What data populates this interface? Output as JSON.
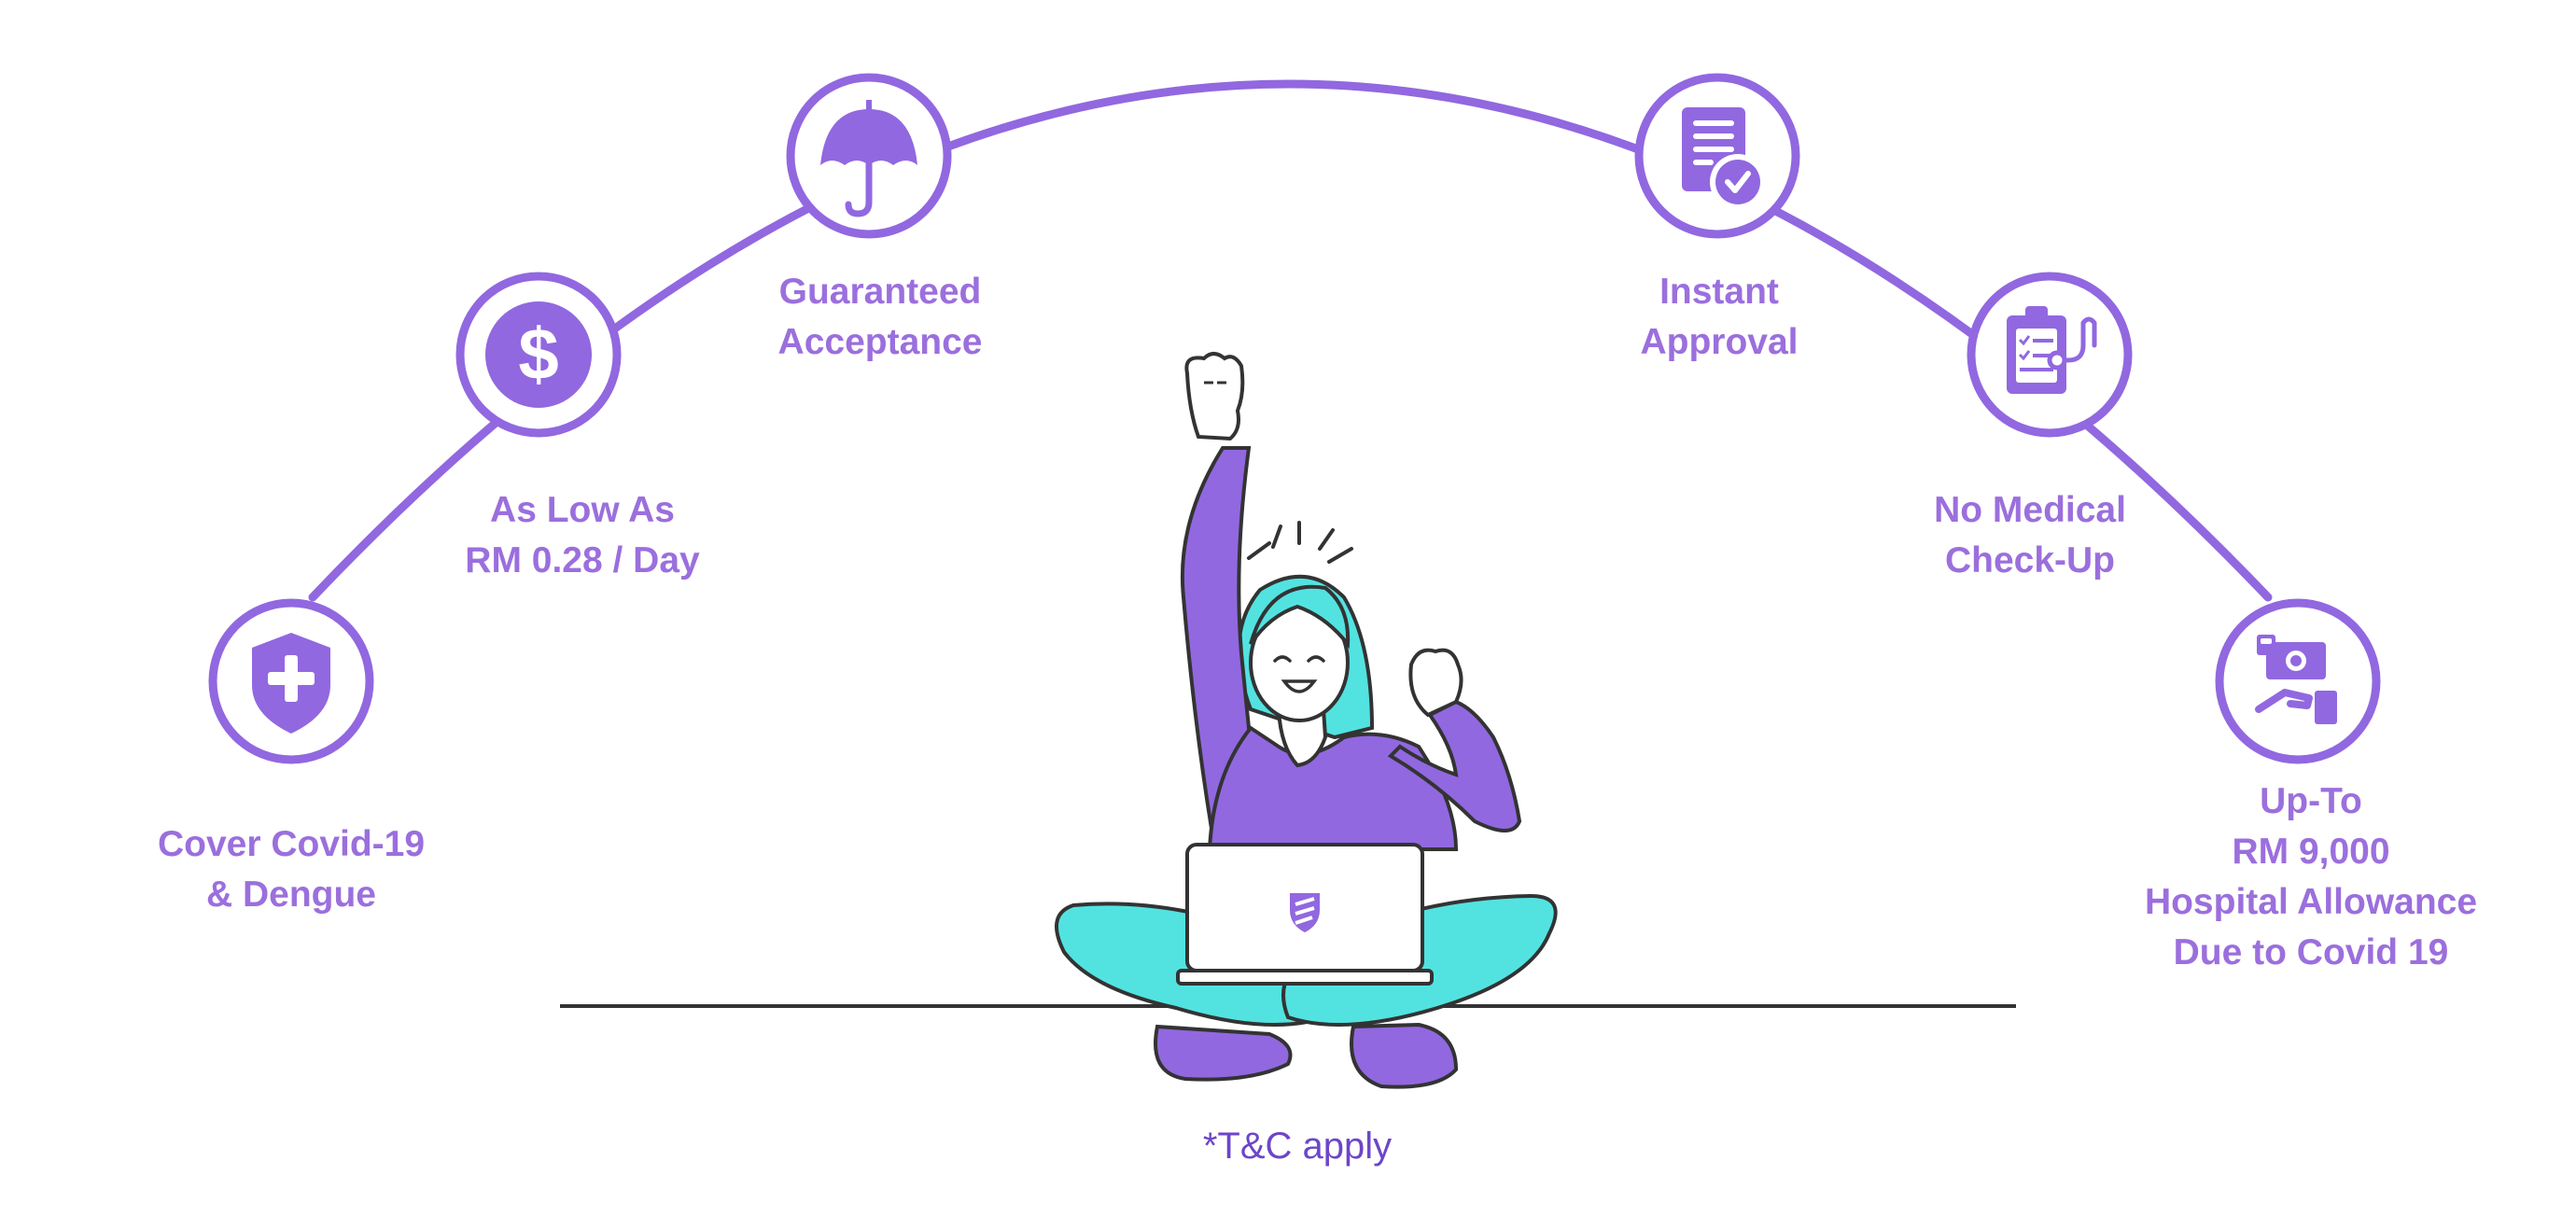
{
  "colors": {
    "accent": "#9168E0",
    "accent_text": "#9B6FDD",
    "footnote_text": "#6C46C8",
    "hair": "#52E3E1",
    "outline": "#333333",
    "background": "#FFFFFF"
  },
  "features": [
    {
      "icon": "shield-plus-icon",
      "lines": [
        "Cover Covid-19",
        "& Dengue"
      ]
    },
    {
      "icon": "dollar-coin-icon",
      "lines": [
        "As Low As",
        "RM 0.28 / Day"
      ]
    },
    {
      "icon": "umbrella-icon",
      "lines": [
        "Guaranteed",
        "Acceptance"
      ]
    },
    {
      "icon": "document-check-icon",
      "lines": [
        "Instant",
        "Approval"
      ]
    },
    {
      "icon": "clipboard-stethoscope-icon",
      "lines": [
        "No Medical",
        "Check-Up"
      ]
    },
    {
      "icon": "hand-cash-icon",
      "lines": [
        "Up-To",
        "RM 9,000",
        "Hospital Allowance",
        "Due to Covid 19"
      ]
    }
  ],
  "footnote": "*T&C apply"
}
